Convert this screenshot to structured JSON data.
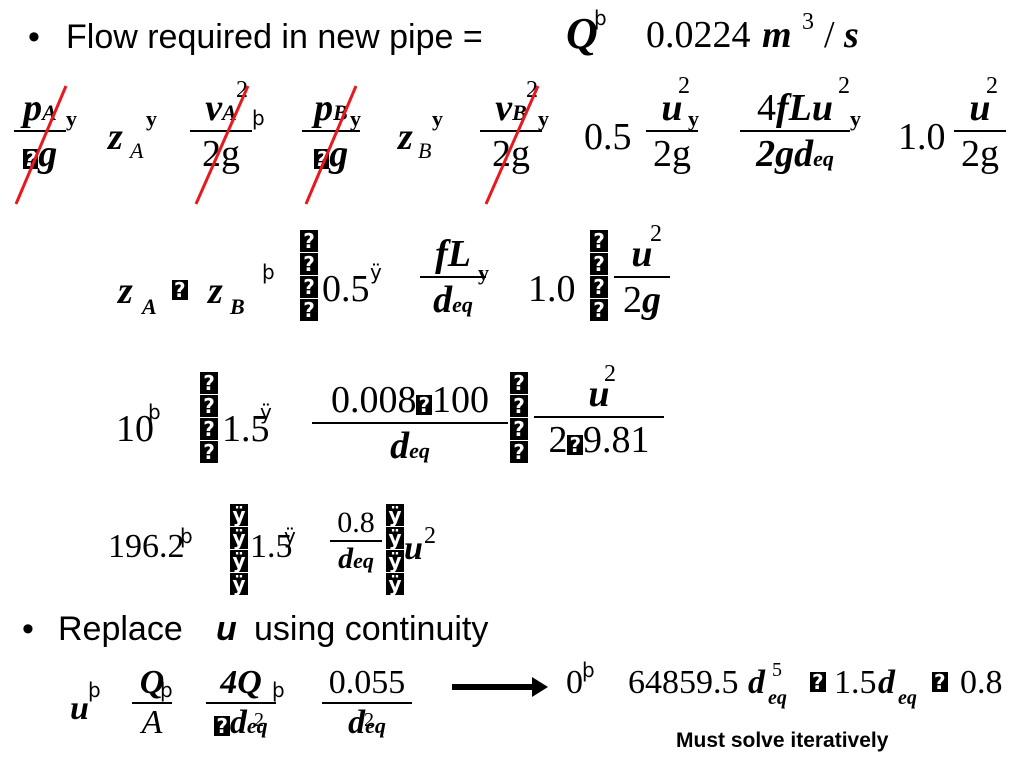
{
  "bullets": {
    "flow_label": "Flow required in new pipe =",
    "replace_prefix": "Replace",
    "replace_var": "u",
    "replace_suffix": "using continuity",
    "dot": "•"
  },
  "eq_flow": {
    "Q": "Q",
    "mark": "þ",
    "value": "0.0224",
    "unit_m": "m",
    "unit_exp": "3",
    "slash": "/",
    "unit_s": "s"
  },
  "eq_bernoulli": {
    "pA": "p",
    "pA_sub": "A",
    "y": "y",
    "rho_g": "g",
    "box": "?",
    "zA": "z",
    "zA_sub": "A",
    "vA": "v",
    "vA_sub": "A",
    "exp2": "2",
    "two_g": "2g",
    "thorn": "þ",
    "pB": "p",
    "pB_sub": "B",
    "zB": "z",
    "zB_sub": "B",
    "vB": "v",
    "vB_sub": "B",
    "c05": "0.5",
    "u": "u",
    "fourfLu": "4",
    "fLu": "fLu",
    "two_g_d": "2gd",
    "eq_sub": "eq",
    "c10": "1.0"
  },
  "eq_line2": {
    "zA": "z",
    "A": "A",
    "box": "?",
    "zB": "z",
    "B": "B",
    "thorn": "þ",
    "c05": "0.5",
    "gamma": "ÿ",
    "fL": "fL",
    "y": "y",
    "d": "d",
    "eq": "eq",
    "c10": "1.0",
    "u": "u",
    "exp2": "2",
    "two_g": "2g"
  },
  "eq_line3": {
    "ten": "10",
    "thorn": "þ",
    "c15": "1.5",
    "gamma": "ÿ",
    "num": "0.008",
    "box": "?",
    "hundred": "100",
    "d": "d",
    "eq": "eq",
    "u": "u",
    "exp2": "2",
    "den2": "2",
    "g981": "9.81"
  },
  "eq_line4": {
    "c1962": "196.2",
    "thorn": "þ",
    "c15": "1.5",
    "gamma": "ÿ",
    "num": "0.8",
    "d": "d",
    "eq": "eq",
    "u": "u",
    "exp2": "2"
  },
  "eq_line5": {
    "u": "u",
    "thorn": "þ",
    "Q": "Q",
    "A": "A",
    "fourQ": "4Q",
    "box": "?",
    "d": "d",
    "exp2": "2",
    "eq": "eq",
    "c0055": "0.055",
    "zero": "0",
    "big": "64859.5",
    "d5": "d",
    "exp5": "5",
    "c15": "1.5",
    "c08": "0.8"
  },
  "note": "Must solve iteratively",
  "colors": {
    "strike": "#e8191e",
    "text": "#000000",
    "bg": "#ffffff"
  }
}
